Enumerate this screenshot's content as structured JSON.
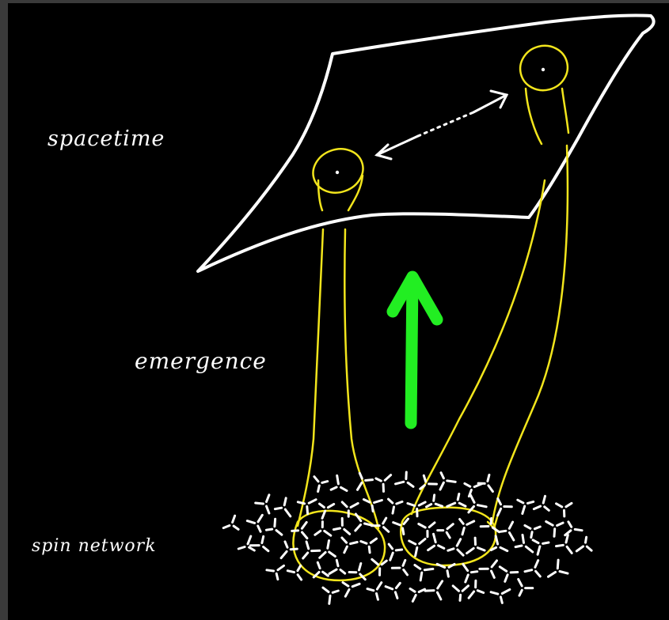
{
  "labels": {
    "spacetime": "spacetime",
    "emergence": "emergence",
    "spin_network": "spin network"
  },
  "colors": {
    "background": "#000000",
    "frame": "#3a3a3a",
    "sheet_outline": "#ffffff",
    "tube": "#f2e51c",
    "arrow": "#22ee22",
    "network": "#ffffff"
  }
}
